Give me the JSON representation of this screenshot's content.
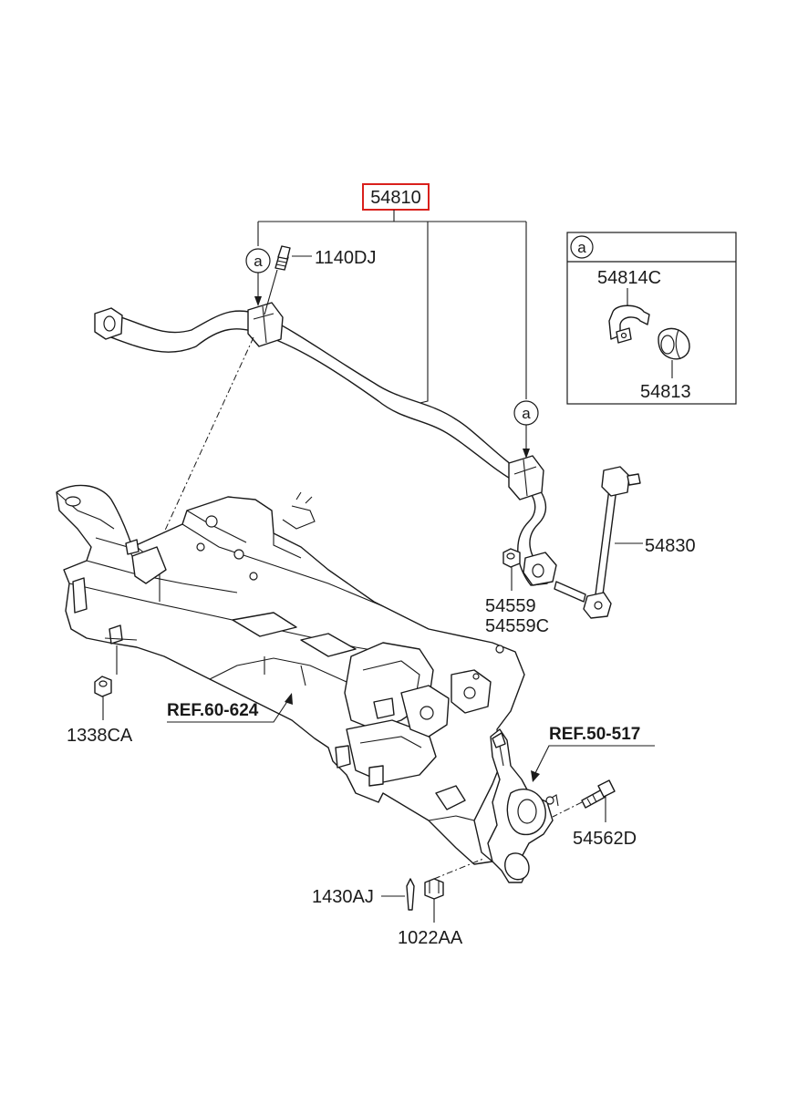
{
  "labels": {
    "main_part": "54810",
    "bolt_top": "1140DJ",
    "callout": "a",
    "inset_bracket": "54814C",
    "inset_bushing": "54813",
    "link": "54830",
    "nut_link_1": "54559",
    "nut_link_2": "54559C",
    "nut_subframe": "1338CA",
    "ref_subframe": "REF.60-624",
    "ref_knuckle": "REF.50-517",
    "bolt_knuckle": "54562D",
    "cotter_pin": "1430AJ",
    "castle_nut": "1022AA"
  },
  "colors": {
    "highlight_box": "#d9201c",
    "line": "#1a1a1a",
    "background": "#ffffff"
  }
}
